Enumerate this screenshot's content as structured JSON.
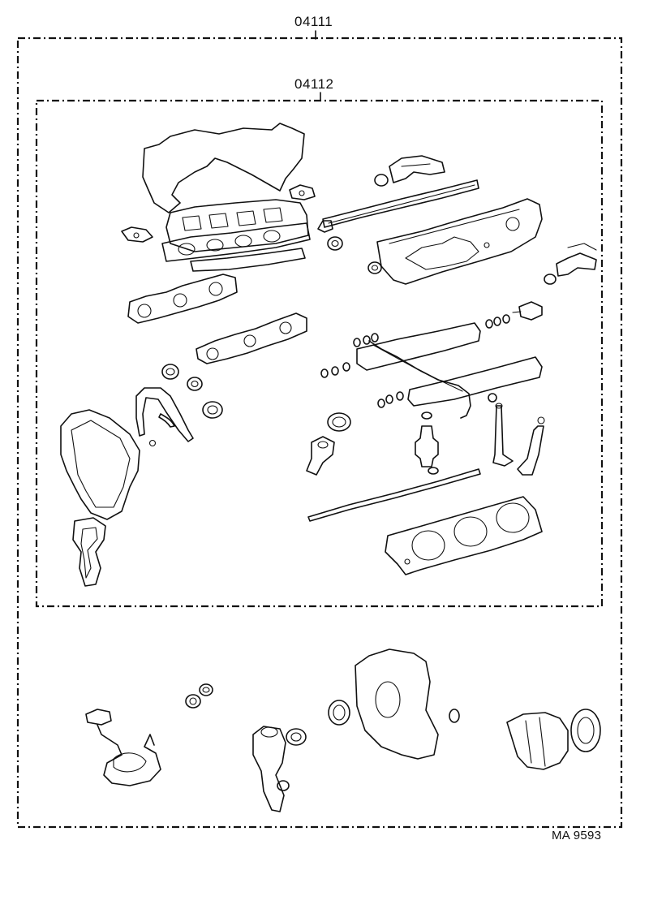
{
  "labels": {
    "outer_kit": "04111",
    "inner_kit": "04112",
    "reference": "MA 9593"
  },
  "colors": {
    "ink": "#111111",
    "paper": "#ffffff"
  }
}
